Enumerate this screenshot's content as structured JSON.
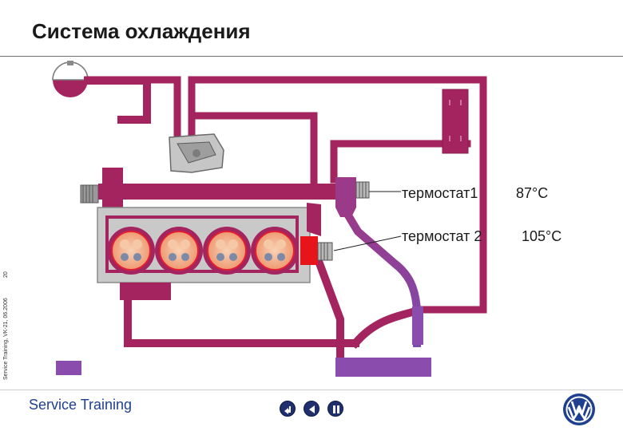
{
  "slide": {
    "title": "Система охлаждения",
    "side_label": "Service Training, VK-21, 06.2006",
    "page_number": "20"
  },
  "diagram": {
    "thermostat_1": {
      "label": "термостат1",
      "temperature": "87°C"
    },
    "thermostat_2": {
      "label": "термостат 2",
      "temperature": "105°C"
    },
    "colors": {
      "hot_coolant": "#a3245f",
      "cool_coolant": "#8a4cad",
      "thermostat_red": "#e8141c",
      "block": "#c9c9c9",
      "cylinder": "#f4ad86"
    }
  },
  "footer": {
    "brand_text": "Service Training",
    "nav": [
      "back-icon",
      "previous-icon",
      "pause-icon"
    ],
    "logo": "vw-logo-icon"
  }
}
